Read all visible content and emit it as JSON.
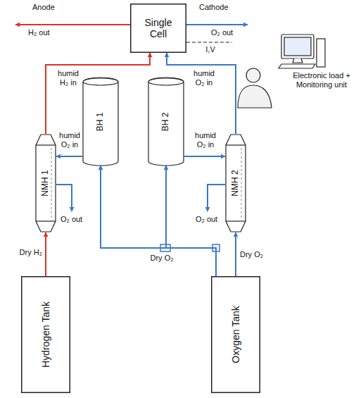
{
  "diagram": {
    "nodes": [
      {
        "text": [
          "Single Cell"
        ]
      },
      {
        "text": [
          "Electronic load + Monitoring unit"
        ]
      },
      {
        "text": [
          "BH 1"
        ]
      },
      {
        "text": [
          "BH 2"
        ]
      },
      {
        "text": [
          "NMH 1"
        ]
      },
      {
        "text": [
          "NMH 2"
        ]
      },
      {
        "text": [
          "Hydrogen Tank"
        ]
      },
      {
        "text": [
          "Oxygen Tank"
        ]
      }
    ],
    "edges": [
      {
        "from": 6,
        "to": 4,
        "arrow": "to",
        "label": "Dry H₂"
      },
      {
        "from": 4,
        "to": 0,
        "arrow": "to",
        "label": "humid H₂ in"
      },
      {
        "from": 7,
        "to": 5,
        "arrow": "to",
        "label": "Dry O₂"
      },
      {
        "from": 5,
        "to": 0,
        "arrow": "to",
        "label": "humid O₂ in"
      },
      {
        "from": 7,
        "to": 2,
        "arrow": "to"
      },
      {
        "from": 7,
        "to": 3,
        "arrow": "to",
        "label": "Dry O₂"
      },
      {
        "from": 2,
        "to": 4,
        "arrow": "to",
        "label": "humid O₂ in"
      },
      {
        "from": 3,
        "to": 5,
        "arrow": "to",
        "label": "humid O₂ in"
      },
      {
        "from": 0,
        "to": 1,
        "arrow": "none",
        "label": "I,V"
      }
    ],
    "labels": [
      "Anode",
      "Cathode",
      "H₂ out",
      "O₂ out",
      "O₂ out",
      "O₂ out"
    ]
  }
}
